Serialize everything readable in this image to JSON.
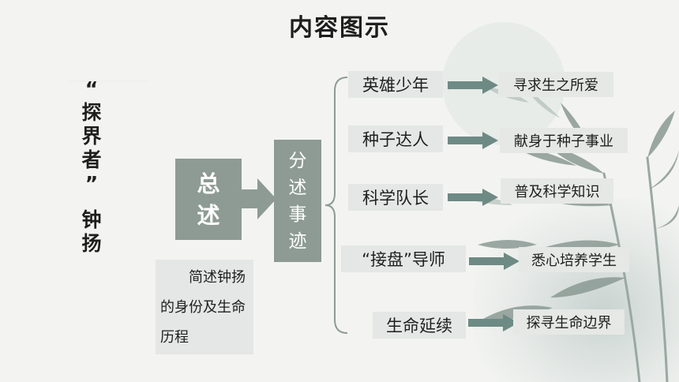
{
  "title": "内容图示",
  "side_title": [
    "“",
    "探",
    "界",
    "者",
    "”",
    "钟",
    "扬"
  ],
  "overview_box": {
    "line1": "总",
    "line2": "述"
  },
  "detail_box": [
    "分",
    "述",
    "事",
    "迹"
  ],
  "summary_text": "简述钟扬的身份及生命历程",
  "rows": [
    {
      "label": "英雄少年",
      "result": "寻求生之所爱"
    },
    {
      "label": "种子达人",
      "result": "献身于种子事业"
    },
    {
      "label": "科学队长",
      "result": "普及科学知识"
    },
    {
      "label": "“接盘”导师",
      "result": "悉心培养学生"
    },
    {
      "label": "生命延续",
      "result": "探寻生命边界"
    }
  ],
  "colors": {
    "box": "#8d9b94",
    "arrow": "#6e8a84",
    "panel": "#e4e7e5"
  }
}
